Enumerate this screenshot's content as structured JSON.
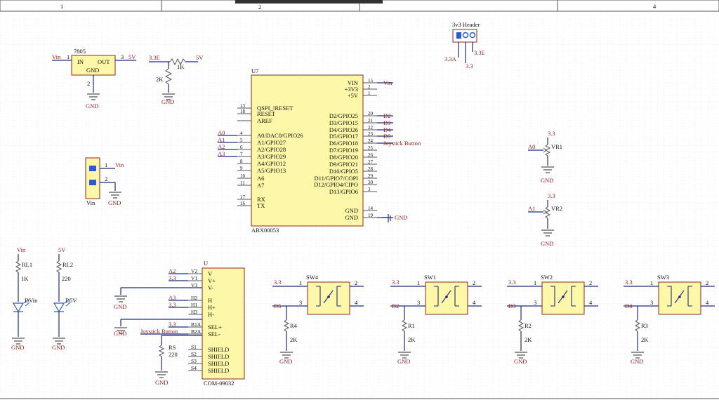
{
  "ruler": {
    "zone_1": "1",
    "zone_2": "2",
    "zone_4": "4"
  },
  "header_3v3": {
    "title": "3v3 Header",
    "left_net": "3.3A",
    "mid_net": "3.3",
    "right_net": "3.3E"
  },
  "regulator": {
    "name": "7805",
    "pin_in": "IN",
    "pin_out": "OUT",
    "pin_gnd": "GND",
    "num_in": "1",
    "num_out": "3",
    "num_gnd": "2",
    "in_net": "Vin",
    "out_net": "5V",
    "gnd": "GND"
  },
  "resistor_top": {
    "value": "1K",
    "left_net": "3.3E",
    "right_net": "5V",
    "r2_value": "2K",
    "gnd": "GND"
  },
  "mcu": {
    "ref": "U7",
    "part": "ABX00053",
    "left_pins": [
      {
        "num": "13",
        "name": "QSPI_!RESET"
      },
      {
        "num": "18",
        "name": "RESET"
      },
      {
        "num": "",
        "name": "AREF"
      },
      {
        "num": "4",
        "name": "A0/DAC0/GPIO26",
        "net": "A0"
      },
      {
        "num": "5",
        "name": "A1/GPIO27",
        "net": "A1"
      },
      {
        "num": "6",
        "name": "A2/GPIO28",
        "net": "A2"
      },
      {
        "num": "7",
        "name": "A3/GPIO29",
        "net": "A3"
      },
      {
        "num": "8",
        "name": "A4/GPIO12"
      },
      {
        "num": "9",
        "name": "A5/GPIO13"
      },
      {
        "num": "10",
        "name": "A6"
      },
      {
        "num": "11",
        "name": "A7"
      },
      {
        "num": "17",
        "name": "RX"
      },
      {
        "num": "16",
        "name": "TX"
      }
    ],
    "right_pins": [
      {
        "num": "15",
        "name": "VIN",
        "net": "Vin"
      },
      {
        "num": "2",
        "name": "+3V3"
      },
      {
        "num": "1",
        "name": "+5V"
      },
      {
        "num": "20",
        "name": "D2/GPIO25",
        "net": "D2"
      },
      {
        "num": "21",
        "name": "D3/GPIO15",
        "net": "D3"
      },
      {
        "num": "22",
        "name": "D4/GPIO26",
        "net": "D4"
      },
      {
        "num": "23",
        "name": "D5/GPIO17",
        "net": "D5"
      },
      {
        "num": "24",
        "name": "D6/GPIO18",
        "net": "Joystick Button"
      },
      {
        "num": "25",
        "name": "D7/GPIO19"
      },
      {
        "num": "26",
        "name": "D8/GPIO20"
      },
      {
        "num": "27",
        "name": "D9/GPIO21"
      },
      {
        "num": "28",
        "name": "D10/GPIO5"
      },
      {
        "num": "29",
        "name": "D11/GPIO7/COPI"
      },
      {
        "num": "30",
        "name": "D12/GPIO4/CIPO"
      },
      {
        "num": "3",
        "name": "D13/GPIO6"
      },
      {
        "num": "14",
        "name": "GND"
      },
      {
        "num": "19",
        "name": "GND",
        "net": "GND"
      }
    ]
  },
  "power_conn": {
    "pin1": "1",
    "pin2": "2",
    "net": "Vin",
    "ref": "Vin",
    "gnd": "GND"
  },
  "vr1": {
    "ref": "VR1",
    "net": "A0",
    "supply": "3.3",
    "gnd": "GND"
  },
  "vr2": {
    "ref": "VR2",
    "net": "A1",
    "supply": "3.3",
    "gnd": "GND"
  },
  "leds": [
    {
      "supply": "Vin",
      "res": "RL1",
      "val": "1K",
      "led": "DVin",
      "gnd": "GND"
    },
    {
      "supply": "5V",
      "res": "RL2",
      "val": "220",
      "led": "D5V",
      "gnd": "GND"
    }
  ],
  "joystick": {
    "ref": "U",
    "part": "COM-09032",
    "pins": [
      {
        "num": "V2",
        "name": "V",
        "net": "A2"
      },
      {
        "num": "V1",
        "name": "V+",
        "net": "3.3"
      },
      {
        "num": "V3",
        "name": "V-",
        "net": ""
      },
      {
        "num": "H2",
        "name": "H",
        "net": "A3"
      },
      {
        "num": "H1",
        "name": "H+",
        "net": "3.3"
      },
      {
        "num": "H3",
        "name": "H-",
        "net": ""
      },
      {
        "num": "B1A",
        "name": "SEL+",
        "net": "3.3"
      },
      {
        "num": "B2A",
        "name": "SEL-",
        "net": "Joystick Button"
      },
      {
        "num": "S1",
        "name": "SHIELD",
        "net": ""
      },
      {
        "num": "S2",
        "name": "SHIELD",
        "net": ""
      },
      {
        "num": "S3",
        "name": "SHIELD",
        "net": ""
      },
      {
        "num": "S4",
        "name": "SHIELD",
        "net": ""
      }
    ],
    "rs_ref": "RS",
    "rs_val": "220",
    "gnd": "GND"
  },
  "switches": [
    {
      "ref": "SW4",
      "net": "D5",
      "res": "R4",
      "val": "2K",
      "supply": "3.3",
      "p1": "1",
      "p2": "2",
      "p3": "3",
      "p4": "4",
      "gnd": "GND"
    },
    {
      "ref": "SW1",
      "net": "D2",
      "res": "R1",
      "val": "2K",
      "supply": "3.3",
      "p1": "1",
      "p2": "2",
      "p3": "3",
      "p4": "4",
      "gnd": "GND"
    },
    {
      "ref": "SW2",
      "net": "D3",
      "res": "R2",
      "val": "2K",
      "supply": "3.3",
      "p1": "1",
      "p2": "2",
      "p3": "3",
      "p4": "4",
      "gnd": "GND"
    },
    {
      "ref": "SW3",
      "net": "D4",
      "res": "R3",
      "val": "2K",
      "supply": "3.3",
      "p1": "1",
      "p2": "2",
      "p3": "3",
      "p4": "4",
      "gnd": "GND"
    }
  ]
}
